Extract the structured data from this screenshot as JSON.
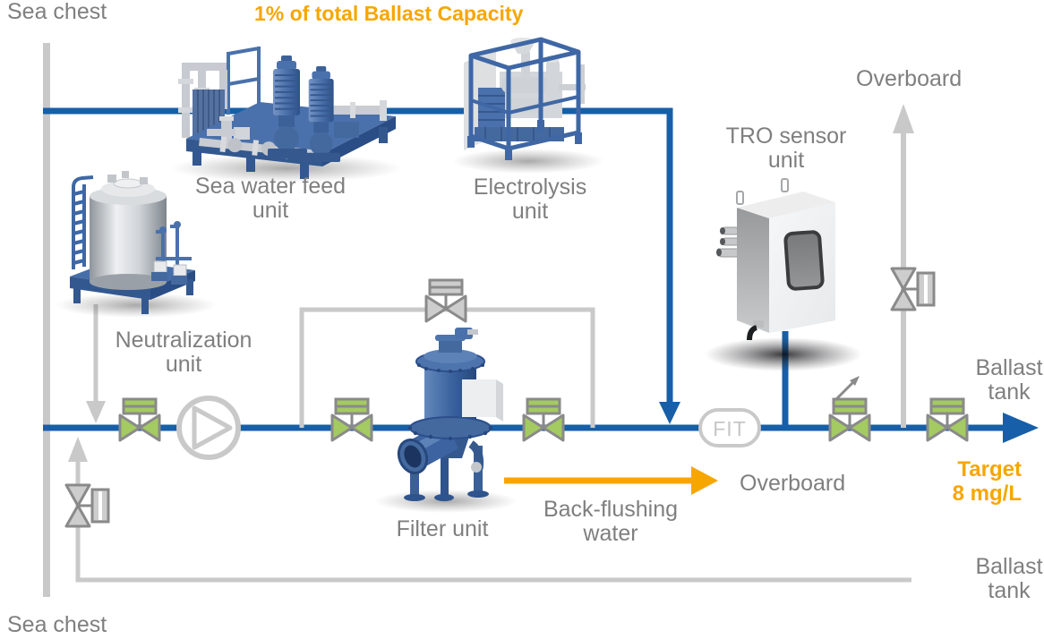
{
  "colors": {
    "pipe_blue": "#175fa8",
    "line_gray": "#c9c9c9",
    "valve_green": "#a4ca62",
    "symbol_gray": "#8a8a8a",
    "symbol_fill_gray": "#cdcdcd",
    "orange": "#f7a600",
    "text_gray": "#7f7f7f"
  },
  "labels": {
    "sea_chest_top": "Sea chest",
    "capacity_title": "1% of total Ballast Capacity",
    "overboard_top": "Overboard",
    "overboard_mid": "Overboard",
    "fit": "FIT",
    "filter_unit": "Filter unit",
    "sea_chest_bottom": "Sea chest",
    "target_line1": "Target",
    "target_line2": "8 mg/L",
    "back_flushing_line1": "Back-flushing",
    "back_flushing_line2": "water",
    "ballast_tank_right_line1": "Ballast",
    "ballast_tank_right_line2": "tank",
    "ballast_tank_bottom_line1": "Ballast",
    "ballast_tank_bottom_line2": "tank"
  },
  "units": {
    "sea_water_feed": {
      "line1": "Sea water feed",
      "line2": "unit"
    },
    "electrolysis": {
      "line1": "Electrolysis",
      "line2": "unit"
    },
    "neutralization": {
      "line1": "Neutralization",
      "line2": "unit"
    },
    "tro_sensor": {
      "line1": "TRO sensor",
      "line2": "unit"
    }
  }
}
